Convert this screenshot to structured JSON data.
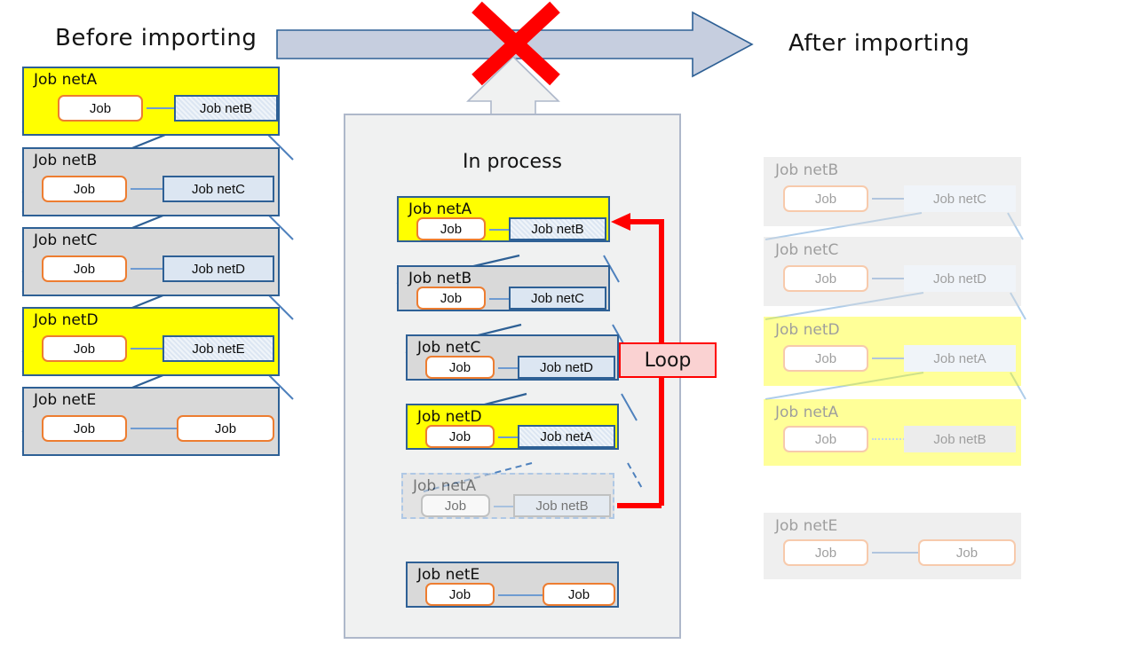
{
  "titles": {
    "before": "Before importing",
    "after": "After importing",
    "process": "In process"
  },
  "labels": {
    "job": "Job",
    "loop": "Loop"
  },
  "colors": {
    "yellow": "#FFFF00",
    "gray": "#D9D9D9",
    "ref_blue": "#DCE6F2",
    "border_blue": "#2E6095",
    "job_orange": "#ED7D31",
    "loop_red": "#FF0000",
    "loop_fill": "#FAD2D2",
    "panel_gray": "#F0F1F1",
    "arrow_fill": "#C6CEDF"
  },
  "before": {
    "rows": [
      {
        "title": "Job netA",
        "fill": "yellow",
        "job": "Job",
        "ref": "Job netB",
        "ref_style": "hatch"
      },
      {
        "title": "Job netB",
        "fill": "gray",
        "job": "Job",
        "ref": "Job netC",
        "ref_style": "plain"
      },
      {
        "title": "Job netC",
        "fill": "gray",
        "job": "Job",
        "ref": "Job netD",
        "ref_style": "plain"
      },
      {
        "title": "Job netD",
        "fill": "yellow",
        "job": "Job",
        "ref": "Job netE",
        "ref_style": "hatch"
      },
      {
        "title": "Job netE",
        "fill": "gray",
        "job": "Job",
        "ref": "Job",
        "ref_style": "job"
      }
    ]
  },
  "process": {
    "rows": [
      {
        "title": "Job netA",
        "fill": "yellow",
        "job": "Job",
        "ref": "Job netB",
        "ref_style": "hatch",
        "ghost": false
      },
      {
        "title": "Job netB",
        "fill": "gray",
        "job": "Job",
        "ref": "Job netC",
        "ref_style": "plain",
        "ghost": false
      },
      {
        "title": "Job netC",
        "fill": "gray",
        "job": "Job",
        "ref": "Job netD",
        "ref_style": "plain",
        "ghost": false
      },
      {
        "title": "Job netD",
        "fill": "yellow",
        "job": "Job",
        "ref": "Job netA",
        "ref_style": "hatch",
        "ghost": false
      },
      {
        "title": "Job netA",
        "fill": "gray",
        "job": "Job",
        "ref": "Job netB",
        "ref_style": "plain",
        "ghost": true
      },
      {
        "title": "Job netE",
        "fill": "gray",
        "job": "Job",
        "ref": "Job",
        "ref_style": "job",
        "ghost": false
      }
    ]
  },
  "after": {
    "rows": [
      {
        "title": "Job netB",
        "fill": "gray",
        "job": "Job",
        "ref": "Job netC",
        "ref_style": "plain"
      },
      {
        "title": "Job netC",
        "fill": "gray",
        "job": "Job",
        "ref": "Job netD",
        "ref_style": "plain"
      },
      {
        "title": "Job netD",
        "fill": "yellow",
        "job": "Job",
        "ref": "Job netA",
        "ref_style": "plain"
      },
      {
        "title": "Job netA",
        "fill": "yellow",
        "job": "Job",
        "ref": "Job netB",
        "ref_style": "dashedarrow"
      },
      {
        "title": "Job netE",
        "fill": "gray",
        "job": "Job",
        "ref": "Job",
        "ref_style": "job"
      }
    ]
  },
  "annotations": {
    "import_blocked": "X",
    "big_arrow": "right-arrow",
    "up_arrow": "up-arrow"
  }
}
